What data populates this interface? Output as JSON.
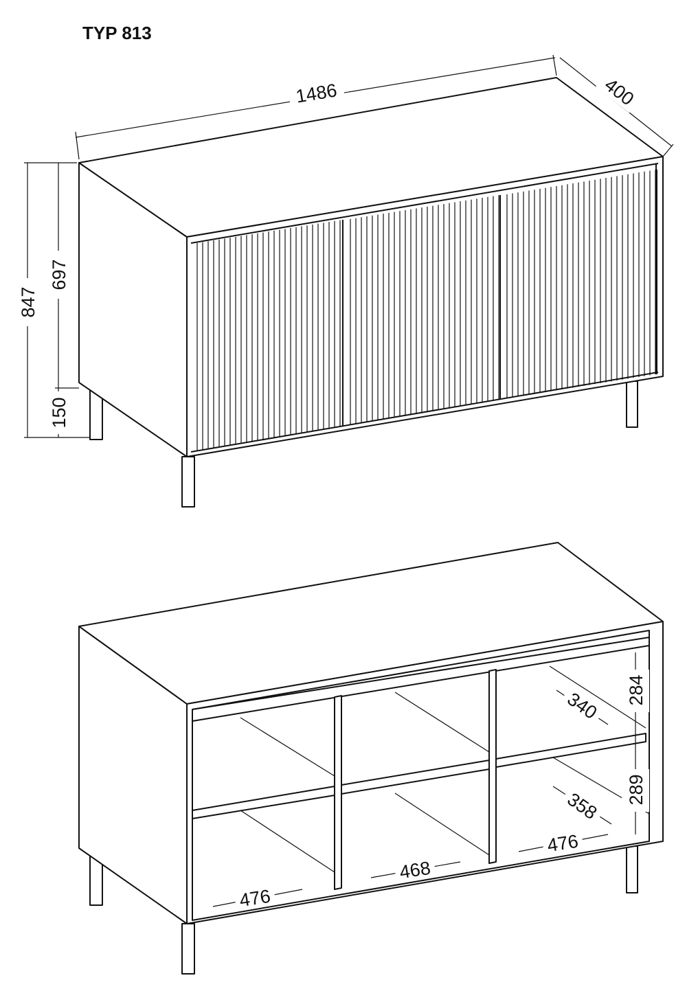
{
  "title": "TYP 813",
  "front_view": {
    "width": "1486",
    "depth": "400",
    "total_height": "847",
    "body_height": "697",
    "leg_height": "150"
  },
  "open_view": {
    "upper_shelf_height": "284",
    "lower_shelf_height": "289",
    "upper_shelf_depth": "340",
    "lower_shelf_depth": "358",
    "left_width": "476",
    "middle_width": "468",
    "right_width": "476"
  }
}
